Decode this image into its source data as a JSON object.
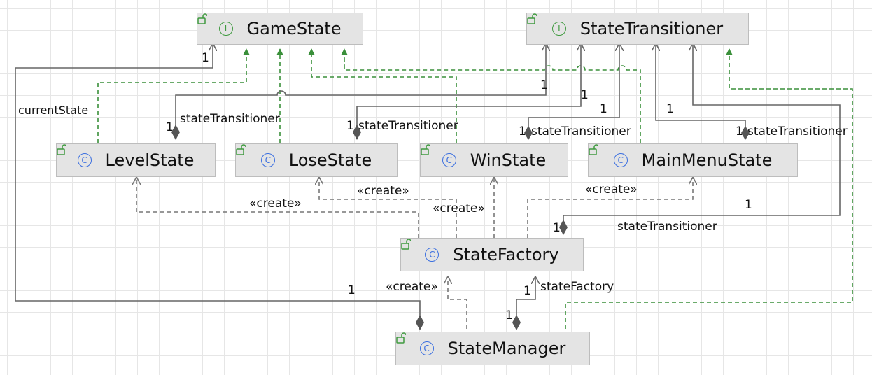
{
  "diagram": {
    "nodes": {
      "game_state": {
        "name": "GameState",
        "kind": "interface",
        "kind_glyph": "I"
      },
      "state_transitioner": {
        "name": "StateTransitioner",
        "kind": "interface",
        "kind_glyph": "I"
      },
      "level_state": {
        "name": "LevelState",
        "kind": "class",
        "kind_glyph": "C"
      },
      "lose_state": {
        "name": "LoseState",
        "kind": "class",
        "kind_glyph": "C"
      },
      "win_state": {
        "name": "WinState",
        "kind": "class",
        "kind_glyph": "C"
      },
      "main_menu_state": {
        "name": "MainMenuState",
        "kind": "class",
        "kind_glyph": "C"
      },
      "state_factory": {
        "name": "StateFactory",
        "kind": "class",
        "kind_glyph": "C"
      },
      "state_manager": {
        "name": "StateManager",
        "kind": "class",
        "kind_glyph": "C"
      }
    },
    "labels": {
      "current_state": "currentState",
      "state_transitioner": "stateTransitioner",
      "state_factory": "stateFactory",
      "create": "«create»",
      "one": "1"
    },
    "colors": {
      "realization": "#3a8f3a",
      "association": "#666666",
      "dependency": "#777777",
      "interface_icon": "#3f9a3f",
      "class_icon": "#3b6fe0",
      "node_fill": "#e4e4e4"
    },
    "icons": {
      "visibility": "open-lock-icon"
    }
  }
}
